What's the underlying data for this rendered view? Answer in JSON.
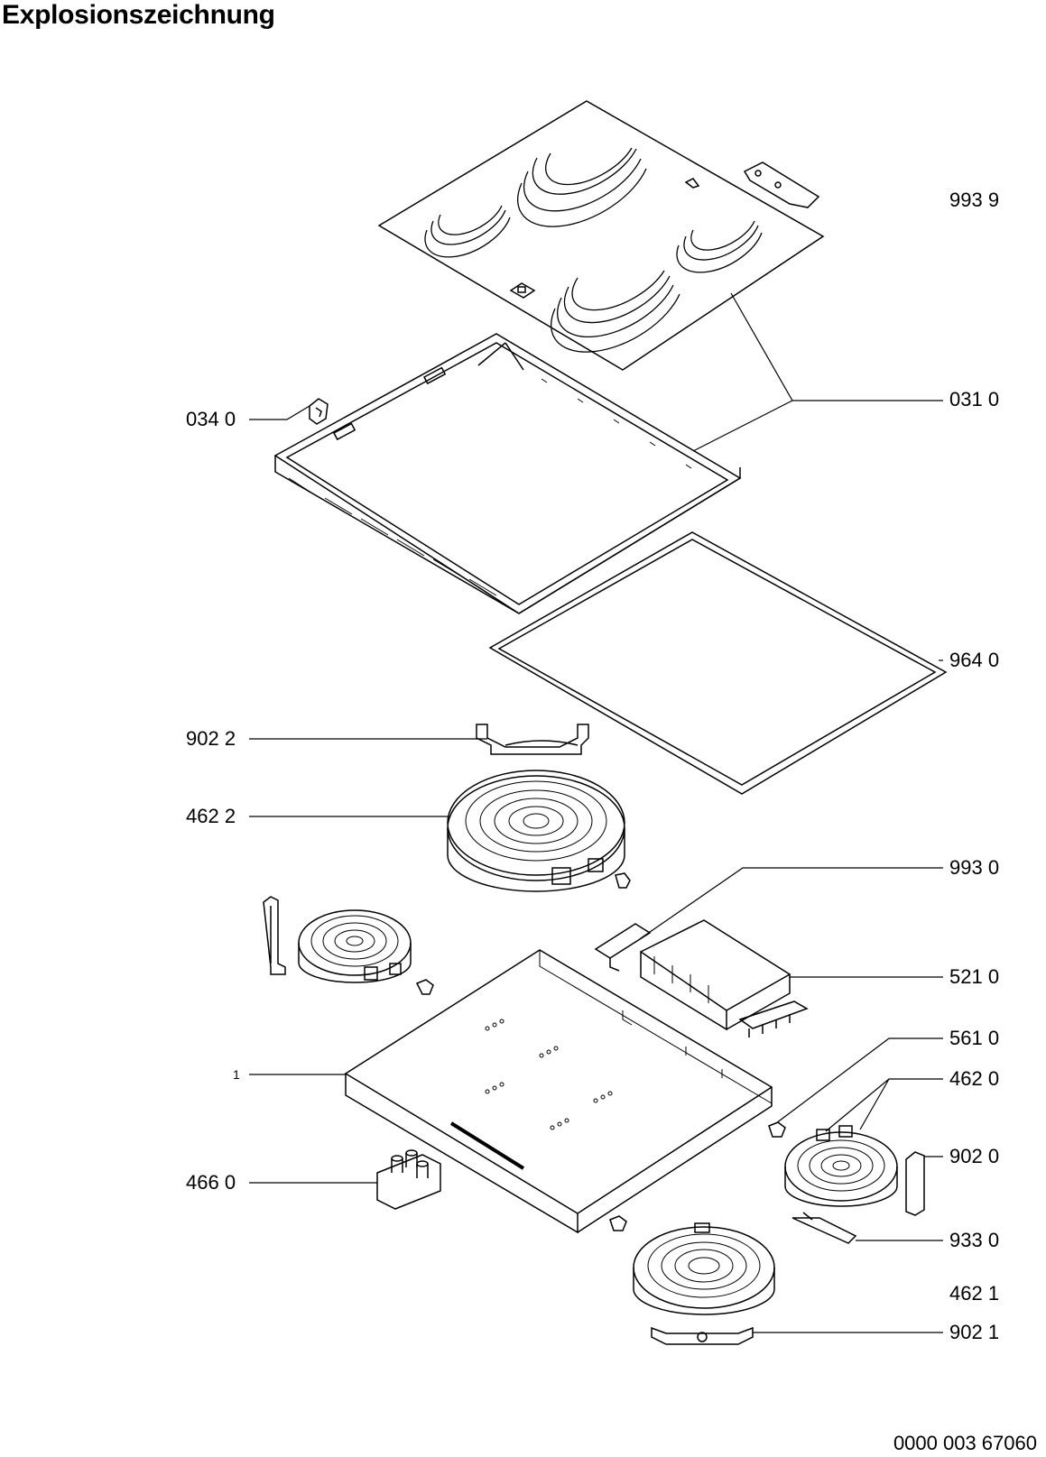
{
  "title": "Explosionszeichnung",
  "document_number": "0000 003 67060",
  "part_labels": {
    "p9939": "993 9",
    "p0310": "031 0",
    "p0340": "034 0",
    "p9640": "964 0",
    "p9022": "902 2",
    "p4622": "462 2",
    "p9930": "993 0",
    "p5210": "521 0",
    "p5610": "561 0",
    "p4620": "462 0",
    "p9020": "902 0",
    "p4660": "466 0",
    "p9330": "933 0",
    "p4621": "462 1",
    "p9021": "902 1",
    "p1": "1"
  }
}
